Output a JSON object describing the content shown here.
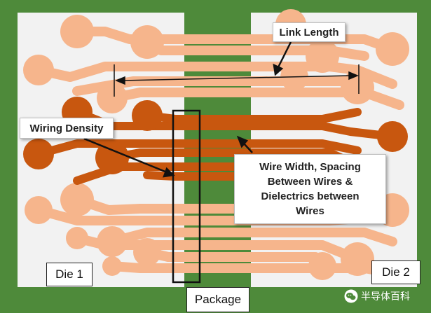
{
  "colors": {
    "background": "#4e8a3a",
    "die_fill": "#f2f2f2",
    "light_wire": "#f6b58c",
    "dark_wire": "#c8570f"
  },
  "dies": {
    "left_label": "Die 1",
    "right_label": "Die 2"
  },
  "package_label": "Package",
  "callouts": {
    "link_length": "Link Length",
    "wiring_density": "Wiring Density",
    "wire_width_lines": [
      "Wire Width, Spacing",
      "Between Wires &",
      "Dielectrics between",
      "Wires"
    ]
  },
  "watermark": {
    "text": "半导体百科",
    "icon": "wechat-logo-icon"
  }
}
